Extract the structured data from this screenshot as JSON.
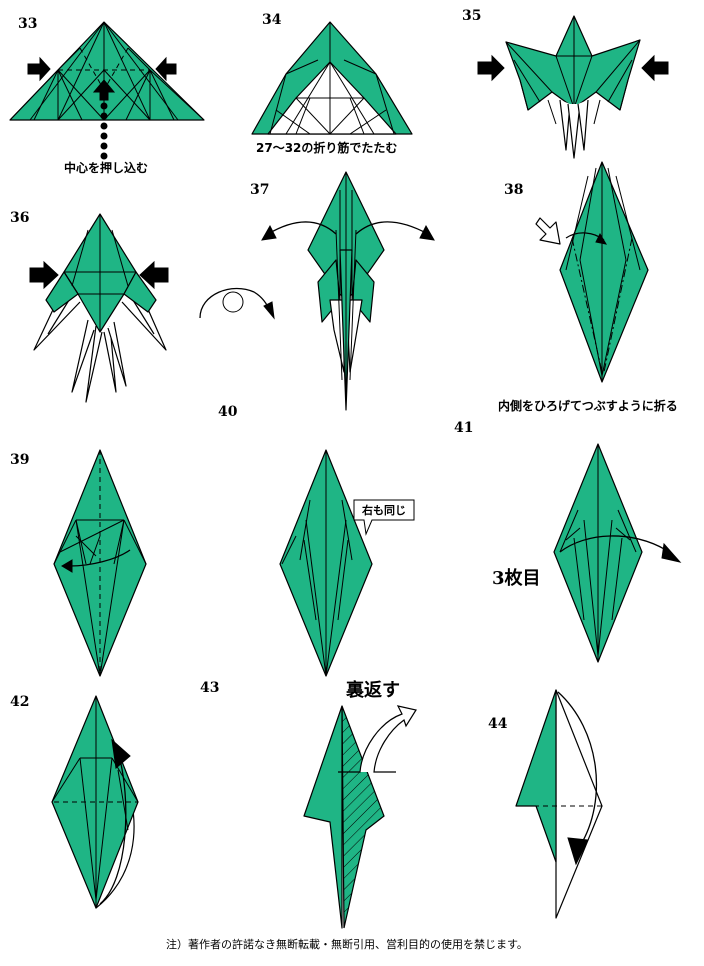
{
  "colors": {
    "paper": "#1fb585",
    "line": "#000000",
    "back": "#ffffff"
  },
  "steps": [
    {
      "number": "33",
      "caption": "中心を押し込む"
    },
    {
      "number": "34",
      "caption": "27～32の折り筋でたたむ"
    },
    {
      "number": "35",
      "caption": ""
    },
    {
      "number": "36",
      "caption": ""
    },
    {
      "number": "37",
      "caption": ""
    },
    {
      "number": "38",
      "caption": "内側をひろげてつぶすように折る"
    },
    {
      "number": "39",
      "caption": ""
    },
    {
      "number": "40",
      "callout": "右も同じ"
    },
    {
      "number": "41",
      "caption": "3枚目"
    },
    {
      "number": "42",
      "caption": ""
    },
    {
      "number": "43",
      "caption": "裏返す"
    },
    {
      "number": "44",
      "caption": ""
    }
  ],
  "footer": "注）著作者の許諾なき無断転載・無断引用、営利目的の使用を禁じます。"
}
